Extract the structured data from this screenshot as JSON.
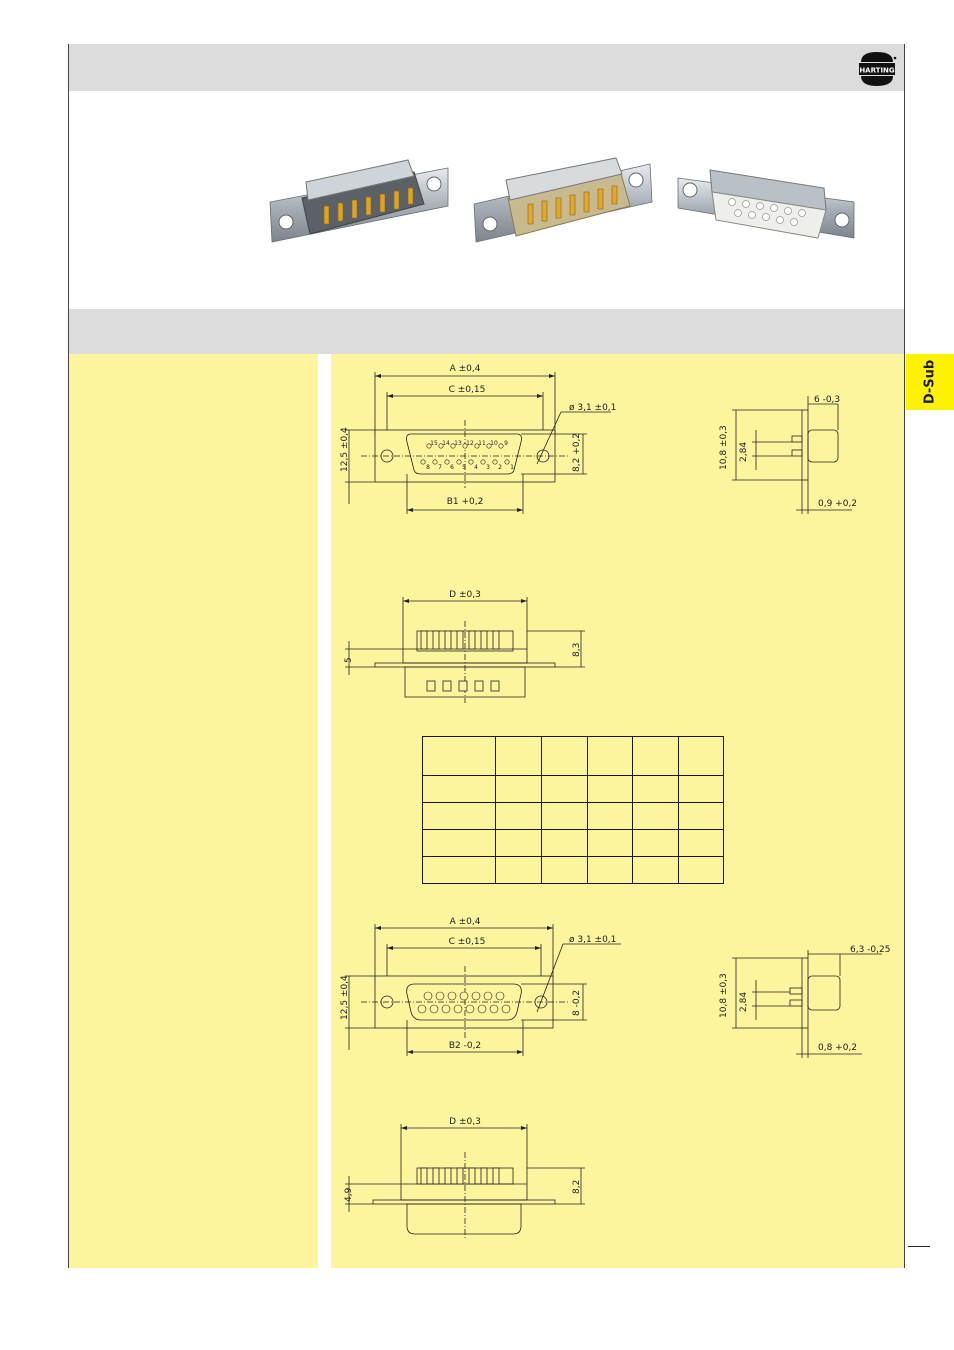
{
  "header": {
    "logo_text": "HARTING"
  },
  "side_tab": {
    "label": "D-Sub"
  },
  "drawing_male": {
    "dim_a": "A ±0,4",
    "dim_c": "C ±0,15",
    "dim_hole": "ø 3,1 ±0,1",
    "dim_height": "12,5 ±0,4",
    "dim_shell": "8,2 +0,2",
    "dim_b1": "B1 +0,2",
    "pins_top": [
      "15",
      "14",
      "13",
      "12",
      "11",
      "10",
      "9"
    ],
    "pins_bottom": [
      "8",
      "7",
      "6",
      "5",
      "4",
      "3",
      "2",
      "1"
    ]
  },
  "side_male": {
    "dim_top": "6 -0,3",
    "dim_height": "10,8 ±0,3",
    "dim_pitch": "2,84",
    "dim_base": "0,9 +0,2"
  },
  "profile_male": {
    "dim_d": "D ±0,3",
    "dim_left": "5",
    "dim_right": "8,3"
  },
  "drawing_female": {
    "dim_a": "A ±0,4",
    "dim_c": "C ±0,15",
    "dim_hole": "ø 3,1 ±0,1",
    "dim_height": "12,5 ±0,4",
    "dim_shell": "8 -0,2",
    "dim_b2": "B2 -0,2"
  },
  "side_female": {
    "dim_top": "6,3 -0,25",
    "dim_height": "10,8 ±0,3",
    "dim_pitch": "2,84",
    "dim_base": "0,8 +0,2"
  },
  "profile_female": {
    "dim_d": "D ±0,3",
    "dim_left": "4,9",
    "dim_right": "8,2"
  },
  "colors": {
    "band": "#dcdcdc",
    "panel": "#fdf49e",
    "tab": "#fff200"
  }
}
